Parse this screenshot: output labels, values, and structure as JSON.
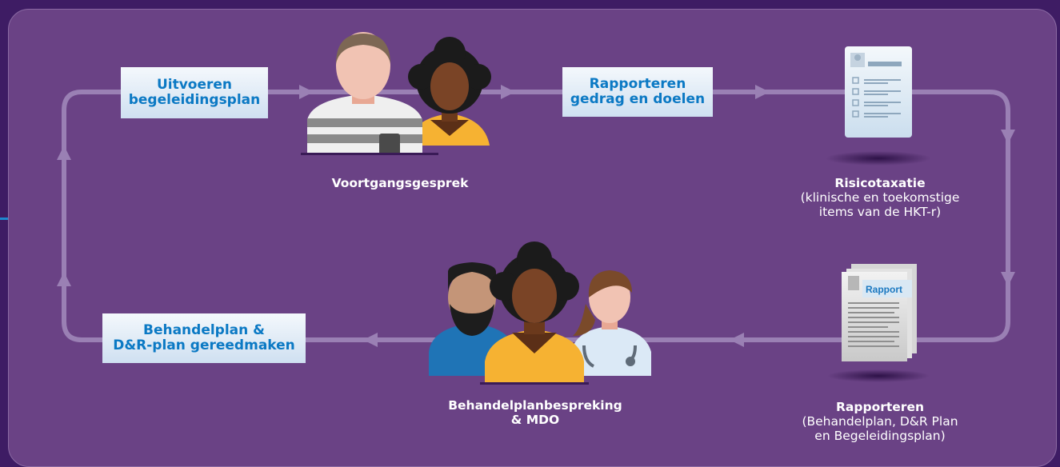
{
  "steps": {
    "uitvoeren": {
      "line1": "Uitvoeren",
      "line2": "begeleidingsplan"
    },
    "rapporteren_gedrag": {
      "line1": "Rapporteren",
      "line2": "gedrag en doelen"
    },
    "behandelplan_gereed": {
      "line1": "Behandelplan &",
      "line2": "D&R-plan gereedmaken"
    }
  },
  "stations": {
    "voortgangsgesprek": {
      "title": "Voortgangsgesprek"
    },
    "risicotaxatie": {
      "title": "Risicotaxatie",
      "sub1": "(klinische en toekomstige",
      "sub2": "items van de HKT-r)"
    },
    "rapporteren": {
      "title": "Rapporteren",
      "sub1": "(Behandelplan, D&R Plan",
      "sub2": "en Begeleidingsplan)"
    },
    "bespreking": {
      "title1": "Behandelplanbespreking",
      "title2": "& MDO"
    }
  },
  "report_doc": {
    "label": "Rapport"
  },
  "colors": {
    "background": "#3e1c64",
    "panel": "#6a4285",
    "flow_line": "#9a80b4",
    "tag_text": "#0b79c4",
    "skin_light": "#f1c3b3",
    "skin_dark": "#7a4426",
    "shirt_yellow": "#f6b232",
    "shirt_blue": "#1f74b6",
    "icons": [
      "person-light-icon",
      "person-dark-icon",
      "checklist-document-icon",
      "report-document-icon",
      "doctor-icon",
      "bearded-man-icon"
    ]
  }
}
